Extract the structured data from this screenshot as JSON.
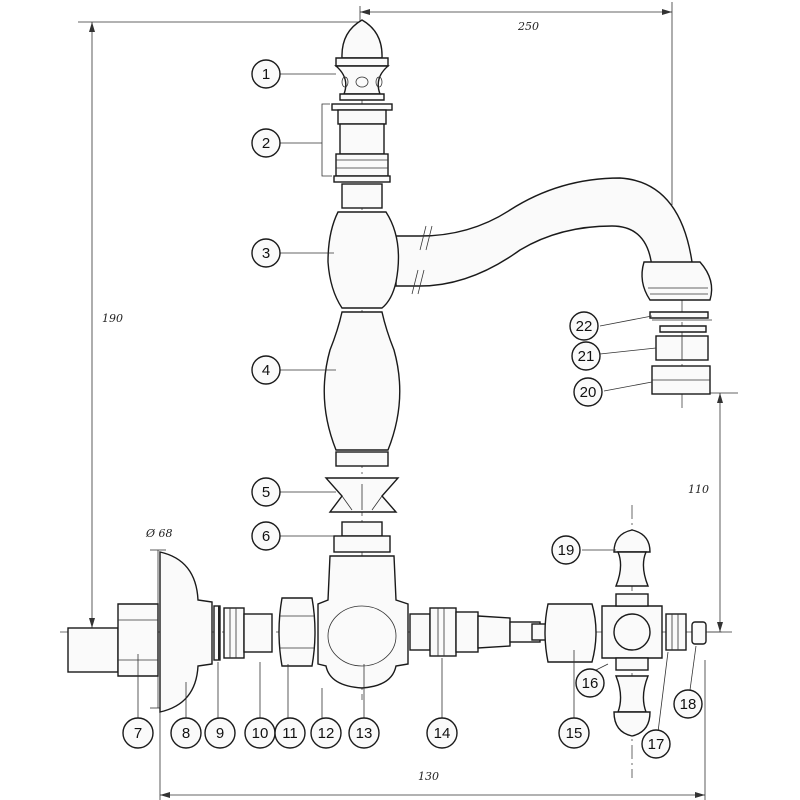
{
  "colors": {
    "pink": "#f4b3cf",
    "green": "#8fdcb7",
    "lavender": "#bcb3e3",
    "white": "#ffffff",
    "orange": "#f5b34a",
    "cyan": "#8fd7ec",
    "line": "#1a1a1a"
  },
  "dimensions": {
    "height_total": "190",
    "width_total": "250",
    "spout_height": "110",
    "base_width": "130",
    "diameter": "Ø 68"
  },
  "callouts": [
    {
      "number": "1",
      "color": "pink"
    },
    {
      "number": "2",
      "color": "pink"
    },
    {
      "number": "3",
      "color": "pink"
    },
    {
      "number": "4",
      "color": "pink"
    },
    {
      "number": "5",
      "color": "pink"
    },
    {
      "number": "6",
      "color": "pink"
    },
    {
      "number": "7",
      "color": "lavender"
    },
    {
      "number": "8",
      "color": "lavender"
    },
    {
      "number": "9",
      "color": "lavender"
    },
    {
      "number": "10",
      "color": "white"
    },
    {
      "number": "11",
      "color": "white"
    },
    {
      "number": "12",
      "color": "white"
    },
    {
      "number": "13",
      "color": "white"
    },
    {
      "number": "14",
      "color": "white"
    },
    {
      "number": "15",
      "color": "white"
    },
    {
      "number": "16",
      "color": "orange"
    },
    {
      "number": "17",
      "color": "cyan"
    },
    {
      "number": "18",
      "color": "cyan"
    },
    {
      "number": "19",
      "color": "orange"
    },
    {
      "number": "20",
      "color": "green"
    },
    {
      "number": "21",
      "color": "green"
    },
    {
      "number": "22",
      "color": "green"
    }
  ]
}
